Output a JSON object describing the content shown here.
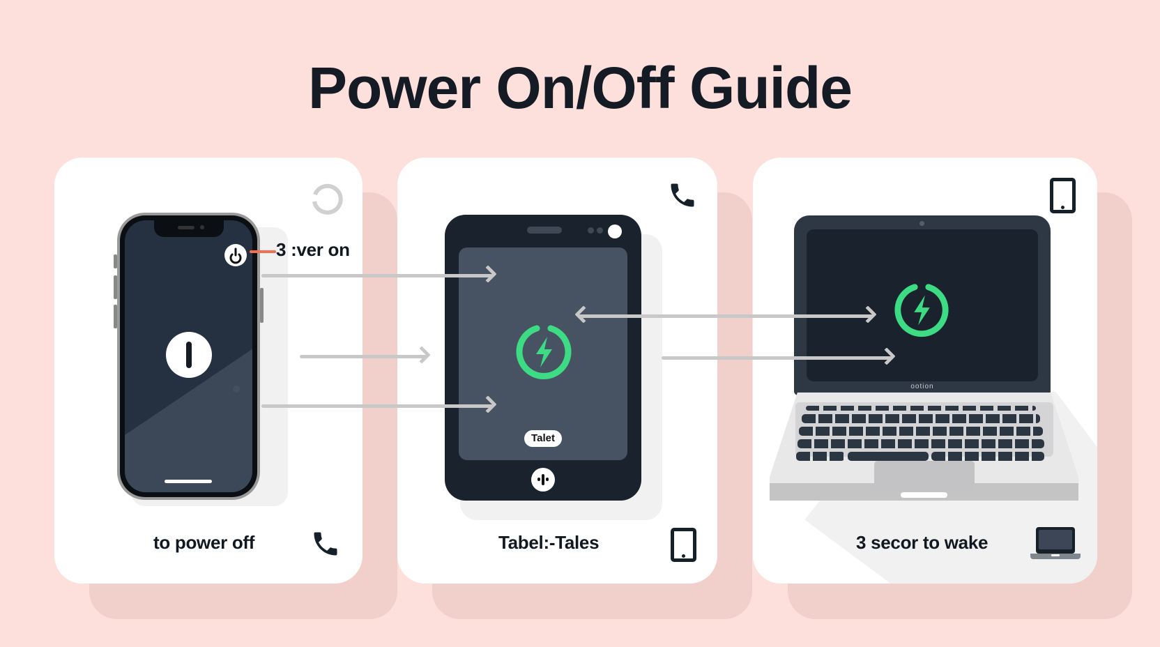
{
  "page": {
    "title": "Power On/Off Guide",
    "background_color": "#fde0dc",
    "accent_green": "#3ddc84",
    "accent_orange": "#f07050"
  },
  "cards": [
    {
      "device": "phone",
      "callout_label": "3 :ver on",
      "caption": "to power off",
      "corner_top_icon": "ring-icon",
      "corner_bottom_icon": "phone-handset-icon",
      "screen_icon": "power-icon"
    },
    {
      "device": "tablet",
      "screen_badge": "Talet",
      "caption": "Tabel:-Tales",
      "corner_top_icon": "phone-handset-icon",
      "corner_bottom_icon": "tablet-icon",
      "screen_icon": "green-power-bolt-icon",
      "home_button_icon": "power-icon"
    },
    {
      "device": "laptop",
      "bezel_label": "ootion",
      "caption": "3 secor to wake",
      "corner_top_icon": "tablet-icon",
      "corner_bottom_icon": "laptop-icon",
      "screen_icon": "green-power-bolt-icon"
    }
  ],
  "connectors": [
    {
      "from": "phone",
      "to": "tablet",
      "direction": "right"
    },
    {
      "from": "phone",
      "to": "tablet",
      "direction": "right"
    },
    {
      "from": "phone",
      "to": "tablet",
      "direction": "right"
    },
    {
      "from": "tablet",
      "to": "laptop",
      "direction": "both"
    },
    {
      "from": "tablet",
      "to": "laptop",
      "direction": "right"
    }
  ]
}
